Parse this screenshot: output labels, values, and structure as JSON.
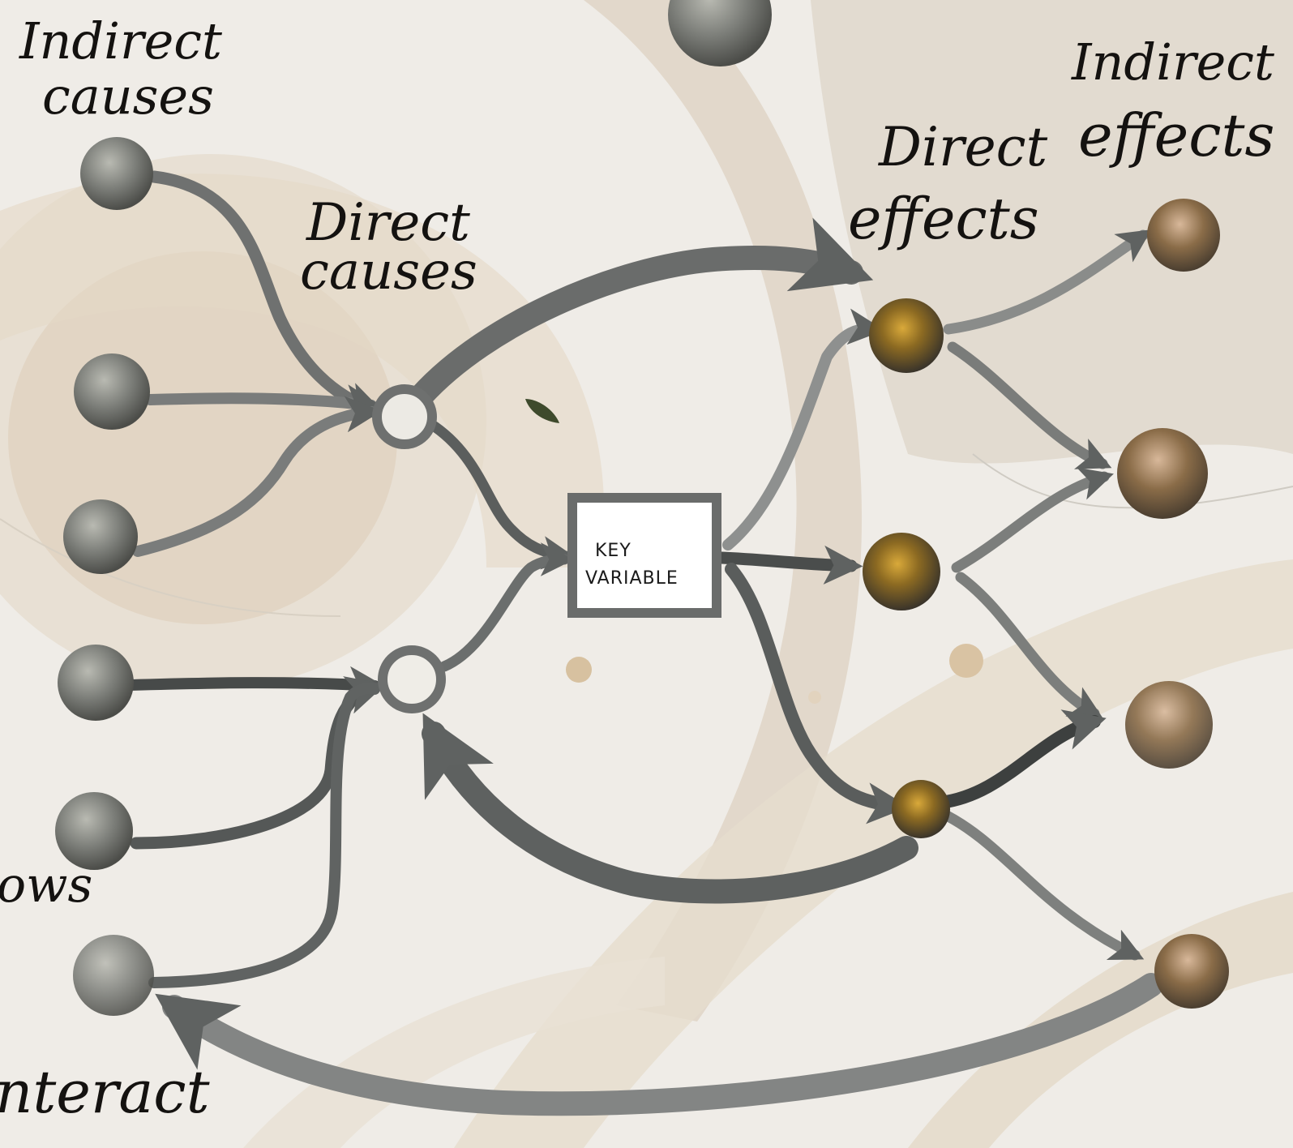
{
  "labels": {
    "indirect_causes_line1": "Indirect",
    "indirect_causes_line2": "causes",
    "direct_causes_line1": "Direct",
    "direct_causes_line2": "causes",
    "direct_effects_line1": "Direct",
    "direct_effects_line2": "effects",
    "indirect_effects_line1": "Indirect",
    "indirect_effects_line2": "effects",
    "cut_left_1": "ows",
    "cut_left_2": "nteract"
  },
  "key_variable": {
    "line1": "KEY",
    "line2": "VARIABLE"
  },
  "colors": {
    "background": "#f1eee9",
    "wash_beige": "#ded5c6",
    "wash_tan": "#d4c3a8",
    "arrow_gray": "#6f7170",
    "arrow_dark": "#4d504f",
    "node_gray": "#6a6c69",
    "node_dark": "#3f3e38",
    "node_gold": "#c89a2e",
    "node_brown": "#7a6040",
    "key_box_fill": "#ffffff",
    "key_box_stroke": "#6a6c6b",
    "ink": "#141210"
  }
}
